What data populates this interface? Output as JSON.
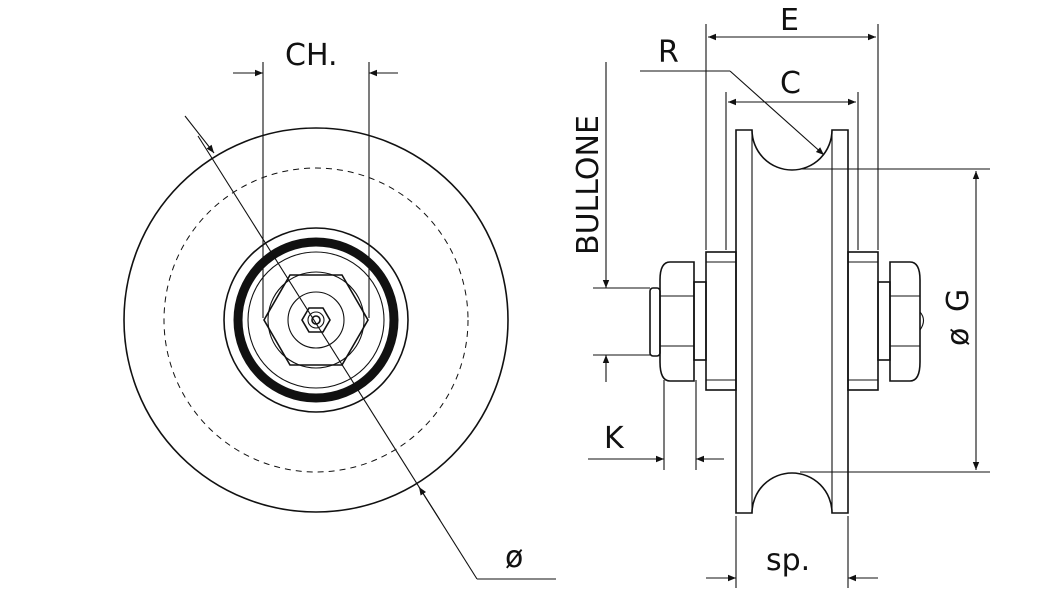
{
  "labels": {
    "ch": "CH.",
    "diameter_symbol": "ø",
    "r": "R",
    "e": "E",
    "c": "C",
    "bullone": "BULLONE",
    "k": "K",
    "sp": "sp.",
    "g": "G",
    "g_symbol": "ø"
  },
  "colors": {
    "line": "#111111",
    "background": "#ffffff"
  }
}
